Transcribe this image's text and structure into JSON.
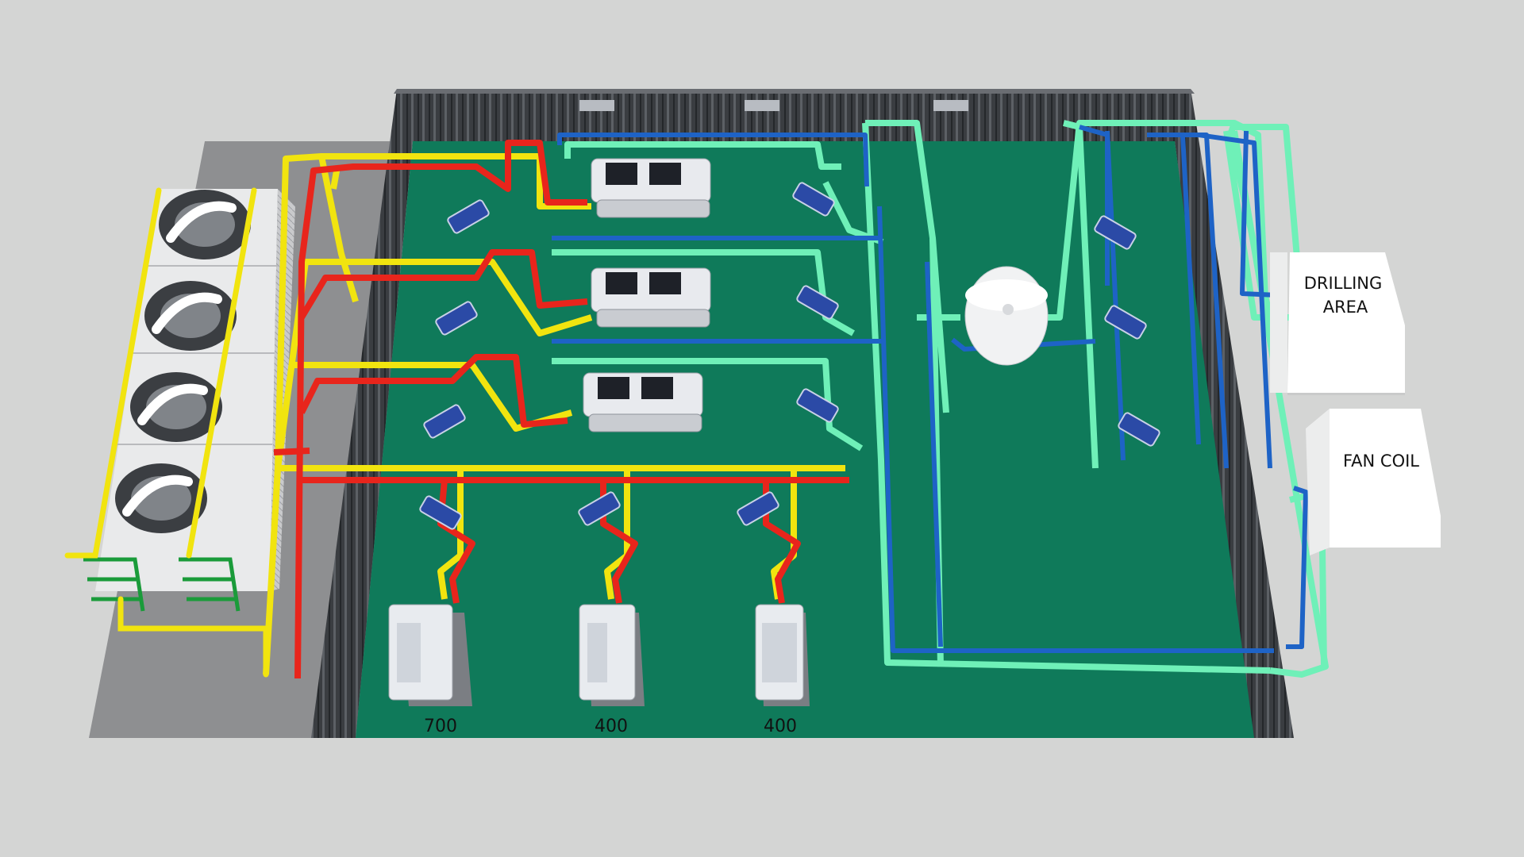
{
  "labels": {
    "drilling_area_line1": "DRILLING",
    "drilling_area_line2": "AREA",
    "fan_coil": "FAN COIL",
    "compressor_1": "700",
    "compressor_2": "400",
    "compressor_3": "400"
  },
  "colors": {
    "background": "#d4d5d4",
    "floor": "#0f7a5a",
    "wall": "#3b3e42",
    "pad": "#8e8f91",
    "cooling_supply": "#f1e40f",
    "hot_return": "#e8251c",
    "chilled_supply": "#6ff0b8",
    "chilled_return": "#1e63c6",
    "equipment": "#e8eaee",
    "pump": "#2b4aa6"
  }
}
